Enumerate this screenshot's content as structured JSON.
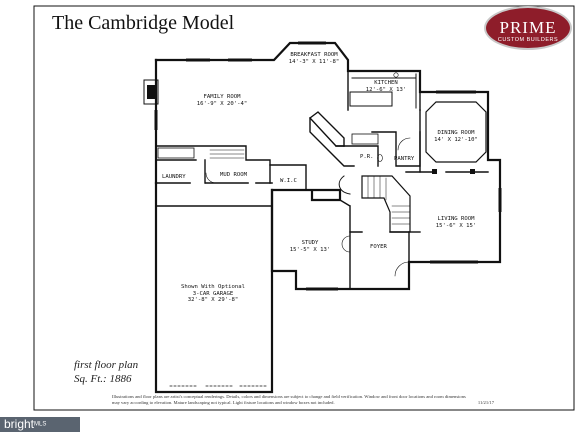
{
  "title": "The Cambridge Model",
  "logo": {
    "brand": "PRIME",
    "subtitle": "CUSTOM BUILDERS"
  },
  "plan_caption": {
    "line1": "first floor plan",
    "line2": "Sq. Ft.: 1886"
  },
  "rooms": {
    "breakfast": {
      "name": "BREAKFAST ROOM",
      "dims": "14'-3\" X 11'-8\""
    },
    "kitchen": {
      "name": "KITCHEN",
      "dims": "12'-6\" X 13'"
    },
    "family": {
      "name": "FAMILY ROOM",
      "dims": "16'-9\" X 20'-4\""
    },
    "dining": {
      "name": "DINING ROOM",
      "dims": "14' X 12'-10\""
    },
    "laundry": {
      "name": "LAUNDRY"
    },
    "mud": {
      "name": "MUD ROOM"
    },
    "wic": {
      "name": "W.I.C"
    },
    "pr": {
      "name": "P.R."
    },
    "pantry": {
      "name": "PANTRY"
    },
    "living": {
      "name": "LIVING ROOM",
      "dims": "15'-6\" X 15'"
    },
    "study": {
      "name": "STUDY",
      "dims": "15'-5\" X 13'"
    },
    "foyer": {
      "name": "FOYER"
    },
    "garage": {
      "name": "Shown With Optional 3-CAR GARAGE",
      "dims": "32'-8\" X 29'-8\""
    }
  },
  "disclaimer": {
    "text": "Illustrations and floor plans are artist's conceptual renderings. Details, colors and dimensions are subject to change and field verification. Window and front door locations and room dimensions may vary according to elevation. Mature landscaping not typical. Light fixture locations and window boxes not included.",
    "date": "11/21/17"
  },
  "watermark": {
    "brand": "bright",
    "suffix": "MLS"
  },
  "colors": {
    "logo_bg": "#8e1d2a",
    "line": "#111111",
    "watermark_bg": "#5a6470"
  }
}
